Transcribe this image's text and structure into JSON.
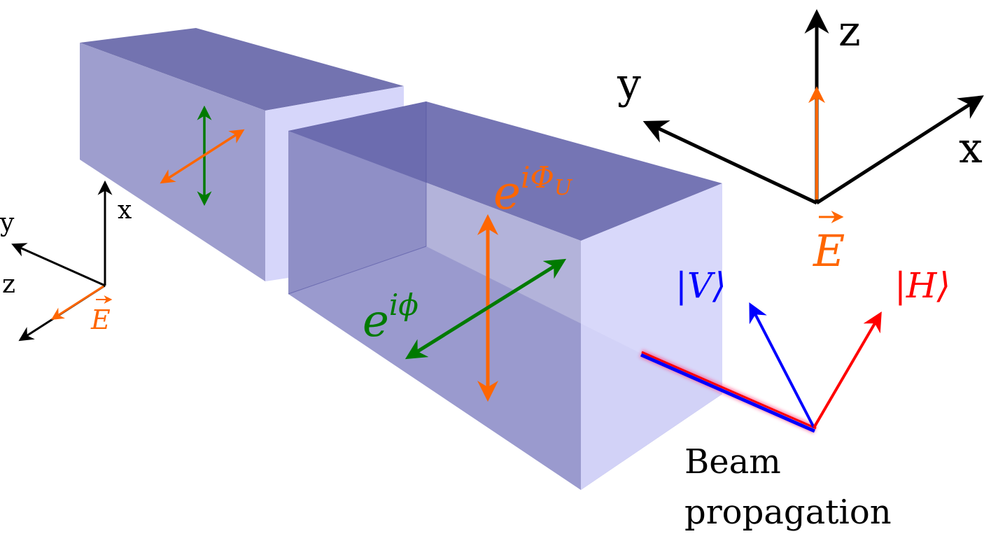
{
  "colors": {
    "crystal_top": "#7373b0",
    "crystal_front": "#9e9ece",
    "crystal_face": "#d6d6fa",
    "crystal_inner_dark": "#5050a0",
    "orange": "#ff6600",
    "green": "#007a00",
    "red": "#ff0000",
    "blue": "#0000ff",
    "black": "#000000"
  },
  "labels": {
    "phase_upper": "e",
    "phase_upper_exp": "iΦ",
    "phase_upper_sub": "U",
    "phase_lower": "e",
    "phase_lower_exp": "iϕ",
    "v_state": "|V⟩",
    "h_state": "|H⟩",
    "field_vector": "E",
    "beam_line1": "Beam",
    "beam_line2": "propagation"
  },
  "axes_right": {
    "x": "x",
    "y": "y",
    "z": "z"
  },
  "axes_left": {
    "x": "x",
    "y": "y",
    "z": "z"
  },
  "icons": {
    "field_arrow": "vector-arrow-icon"
  }
}
